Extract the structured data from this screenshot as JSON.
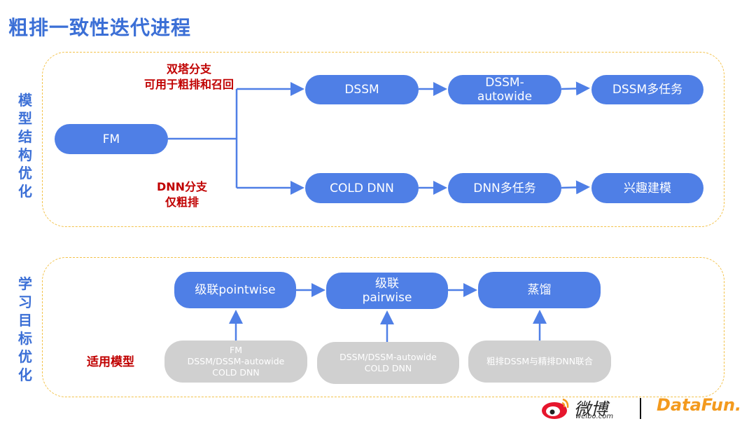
{
  "title": "粗排一致性迭代进程",
  "section1": {
    "label": "模型结构优化",
    "branch_top": "双塔分支\n可用于粗排和召回",
    "branch_bottom": "DNN分支\n仅粗排",
    "nodes": {
      "fm": "FM",
      "dssm": "DSSM",
      "dssm_autowide": "DSSM-\nautowide",
      "dssm_multitask": "DSSM多任务",
      "cold_dnn": "COLD DNN",
      "dnn_multitask": "DNN多任务",
      "interest": "兴趣建模"
    }
  },
  "section2": {
    "label": "学习目标优化",
    "applicable_models": "适用模型",
    "nodes": {
      "pointwise": "级联pointwise",
      "pairwise": "级联\npairwise",
      "distill": "蒸馏"
    },
    "models": {
      "m1": "FM\nDSSM/DSSM-autowide\nCOLD DNN",
      "m2": "DSSM/DSSM-autowide\nCOLD DNN",
      "m3": "粗排DSSM与精排DNN联合"
    }
  },
  "footer": {
    "weibo": "微博",
    "weibo_url": "weibo.com",
    "datafun": "DataFun."
  },
  "colors": {
    "accent": "#3b6fd6",
    "node": "#4f7fe6",
    "gray_node": "#d0d0d0",
    "red": "#c00000",
    "dash": "#f3c24a"
  }
}
